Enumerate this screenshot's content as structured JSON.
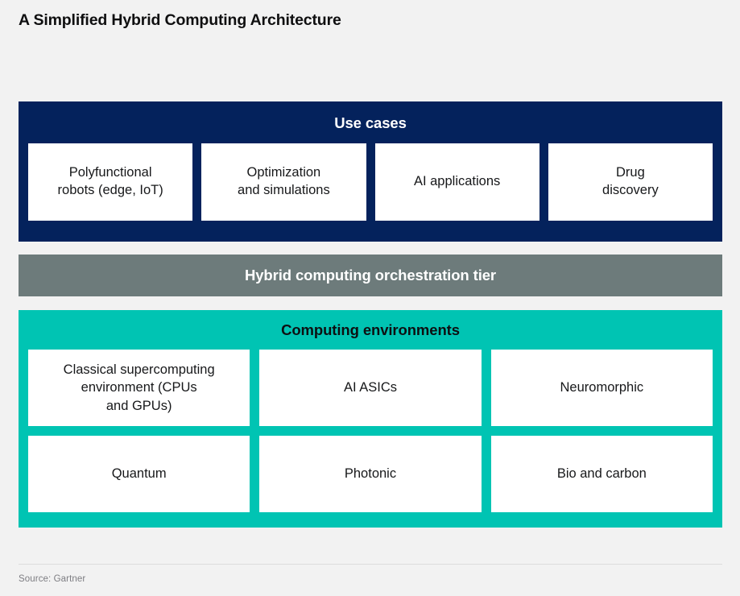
{
  "title": "A Simplified Hybrid Computing Architecture",
  "colors": {
    "background": "#f2f2f2",
    "use_cases_band": "#04225c",
    "orchestration_band": "#6d7b7b",
    "environments_band": "#00c4b3",
    "cell_background": "#ffffff",
    "title_text": "#0f0f10",
    "source_text": "#7d7d82"
  },
  "diagram": {
    "type": "layered-stack",
    "layers": [
      {
        "id": "use-cases",
        "title": "Use cases",
        "accent": "#04225c",
        "title_color": "#ffffff",
        "columns": 4,
        "items": [
          "Polyfunctional\nrobots (edge, IoT)",
          "Optimization\nand simulations",
          "AI applications",
          "Drug\ndiscovery"
        ]
      },
      {
        "id": "orchestration",
        "title": "Hybrid computing orchestration tier",
        "accent": "#6d7b7b",
        "title_color": "#ffffff",
        "columns": 0,
        "items": []
      },
      {
        "id": "computing-environments",
        "title": "Computing environments",
        "accent": "#00c4b3",
        "title_color": "#0d1012",
        "columns": 3,
        "items": [
          "Classical supercomputing\nenvironment (CPUs\nand GPUs)",
          "AI ASICs",
          "Neuromorphic",
          "Quantum",
          "Photonic",
          "Bio and carbon"
        ]
      }
    ]
  },
  "footer": {
    "source": "Source: Gartner"
  }
}
